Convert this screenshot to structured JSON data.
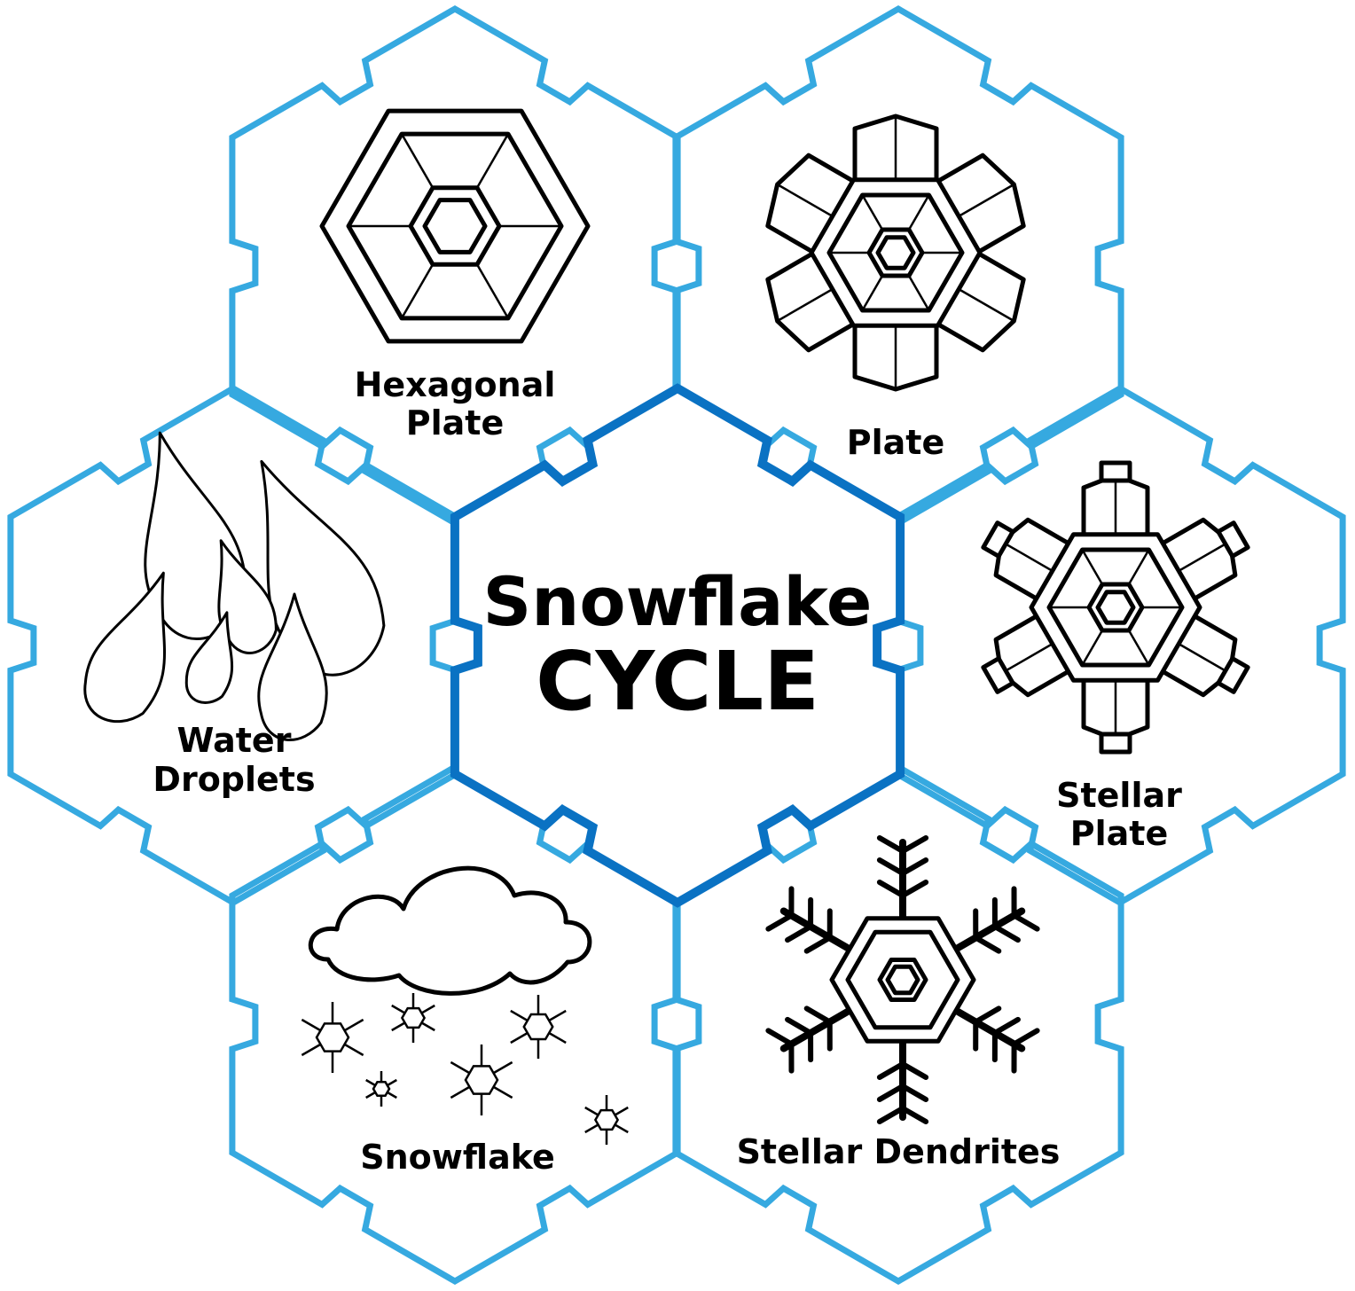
{
  "colors": {
    "outer_stroke": "#36a9e0",
    "center_stroke": "#0a72c3",
    "ink": "#000000"
  },
  "title": {
    "line1": "Snowflake",
    "line2": "CYCLE"
  },
  "stages": [
    {
      "id": "hexagonal-plate",
      "line1": "Hexagonal",
      "line2": "Plate",
      "icon": "hexagonal-plate-icon"
    },
    {
      "id": "plate",
      "line1": "Plate",
      "line2": "",
      "icon": "plate-crystal-icon"
    },
    {
      "id": "stellar-plate",
      "line1": "Stellar",
      "line2": "Plate",
      "icon": "stellar-plate-icon"
    },
    {
      "id": "stellar-dendrites",
      "line1": "Stellar Dendrites",
      "line2": "",
      "icon": "stellar-dendrite-icon"
    },
    {
      "id": "snowflake",
      "line1": "Snowflake",
      "line2": "",
      "icon": "snow-cloud-icon"
    },
    {
      "id": "water-droplets",
      "line1": "Water",
      "line2": "Droplets",
      "icon": "water-droplets-icon"
    }
  ]
}
